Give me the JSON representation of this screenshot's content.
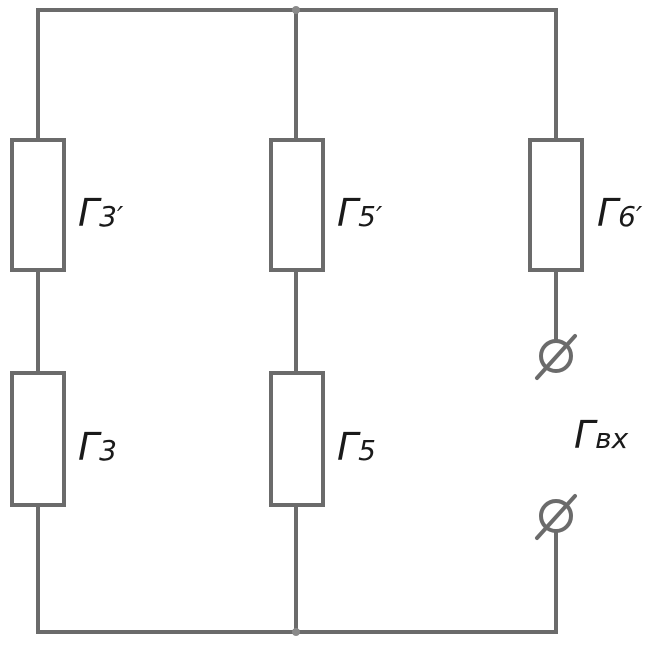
{
  "diagram": {
    "labels": {
      "g3p": {
        "main": "Γ",
        "sub": "3′"
      },
      "g3": {
        "main": "Γ",
        "sub": "3"
      },
      "g5p": {
        "main": "Γ",
        "sub": "5′"
      },
      "g5": {
        "main": "Γ",
        "sub": "5"
      },
      "g6p": {
        "main": "Γ",
        "sub": "6′"
      },
      "gin": {
        "main": "Γ",
        "sub": "вх"
      }
    },
    "colors": {
      "wire": "#6b6b6b",
      "text": "#1a1a1a"
    }
  }
}
